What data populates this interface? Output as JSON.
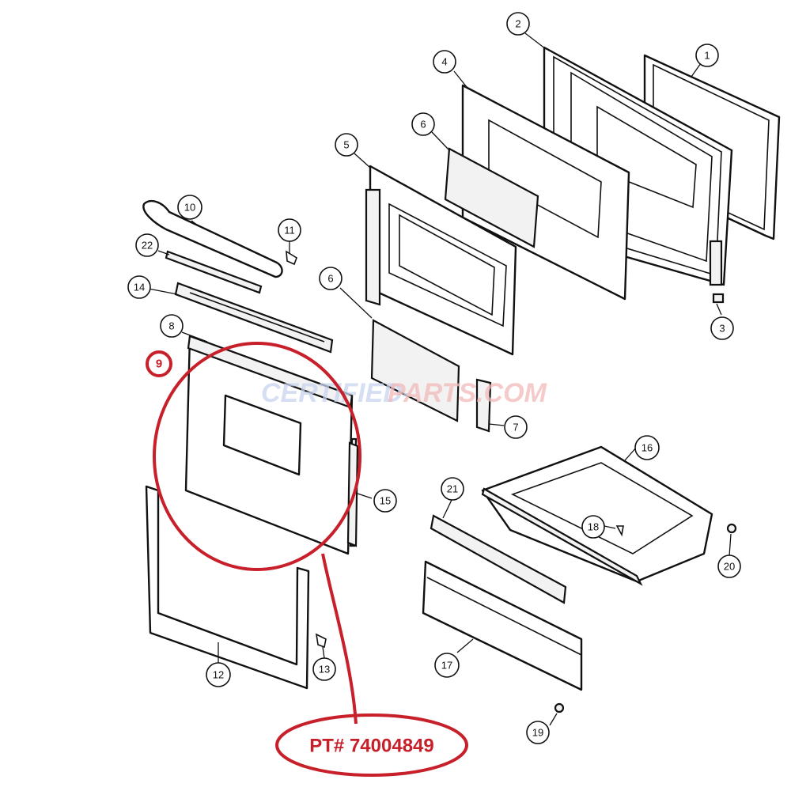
{
  "watermark": {
    "text1": "CERTIFIED-",
    "text2": "PARTS.COM"
  },
  "highlight": {
    "label": "9",
    "part_number": "PT# 74004849"
  },
  "callouts": [
    "1",
    "2",
    "3",
    "4",
    "5",
    "6",
    "6",
    "7",
    "8",
    "10",
    "11",
    "12",
    "13",
    "14",
    "15",
    "16",
    "17",
    "18",
    "19",
    "20",
    "21",
    "22"
  ],
  "colors": {
    "highlight": "#c8202a",
    "line": "#111111",
    "watermark": "#c8d4ee"
  }
}
